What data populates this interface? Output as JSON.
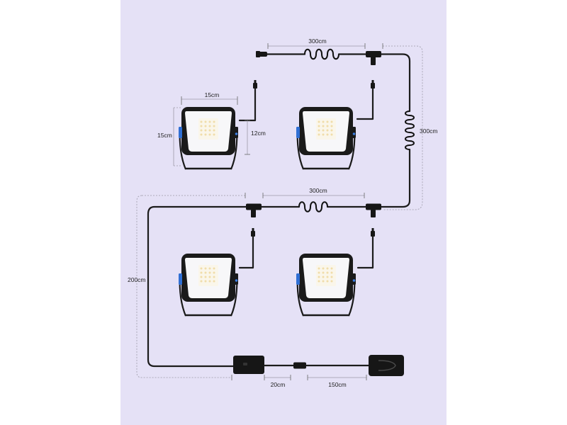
{
  "dimensions": {
    "light_width": "15cm",
    "light_height": "15cm",
    "light_depth": "12cm",
    "top_coil_cable": "300cm",
    "right_vertical_cable": "300cm",
    "middle_coil_cable": "300cm",
    "left_vertical_cable": "200cm",
    "controller_lead": "20cm",
    "adapter_cable": "150cm"
  },
  "colors": {
    "background_panel": "#e5e1f6",
    "cable": "#1c1c1c",
    "light_frame": "#1a1a1a",
    "light_face": "#f7f7f9",
    "led_warm": "#f3e3b4",
    "side_clip": "#2f6fd4"
  },
  "components": [
    "led-flood-light",
    "led-flood-light",
    "led-flood-light",
    "led-flood-light",
    "t-connector",
    "t-connector",
    "t-connector",
    "control-box",
    "power-adapter"
  ]
}
